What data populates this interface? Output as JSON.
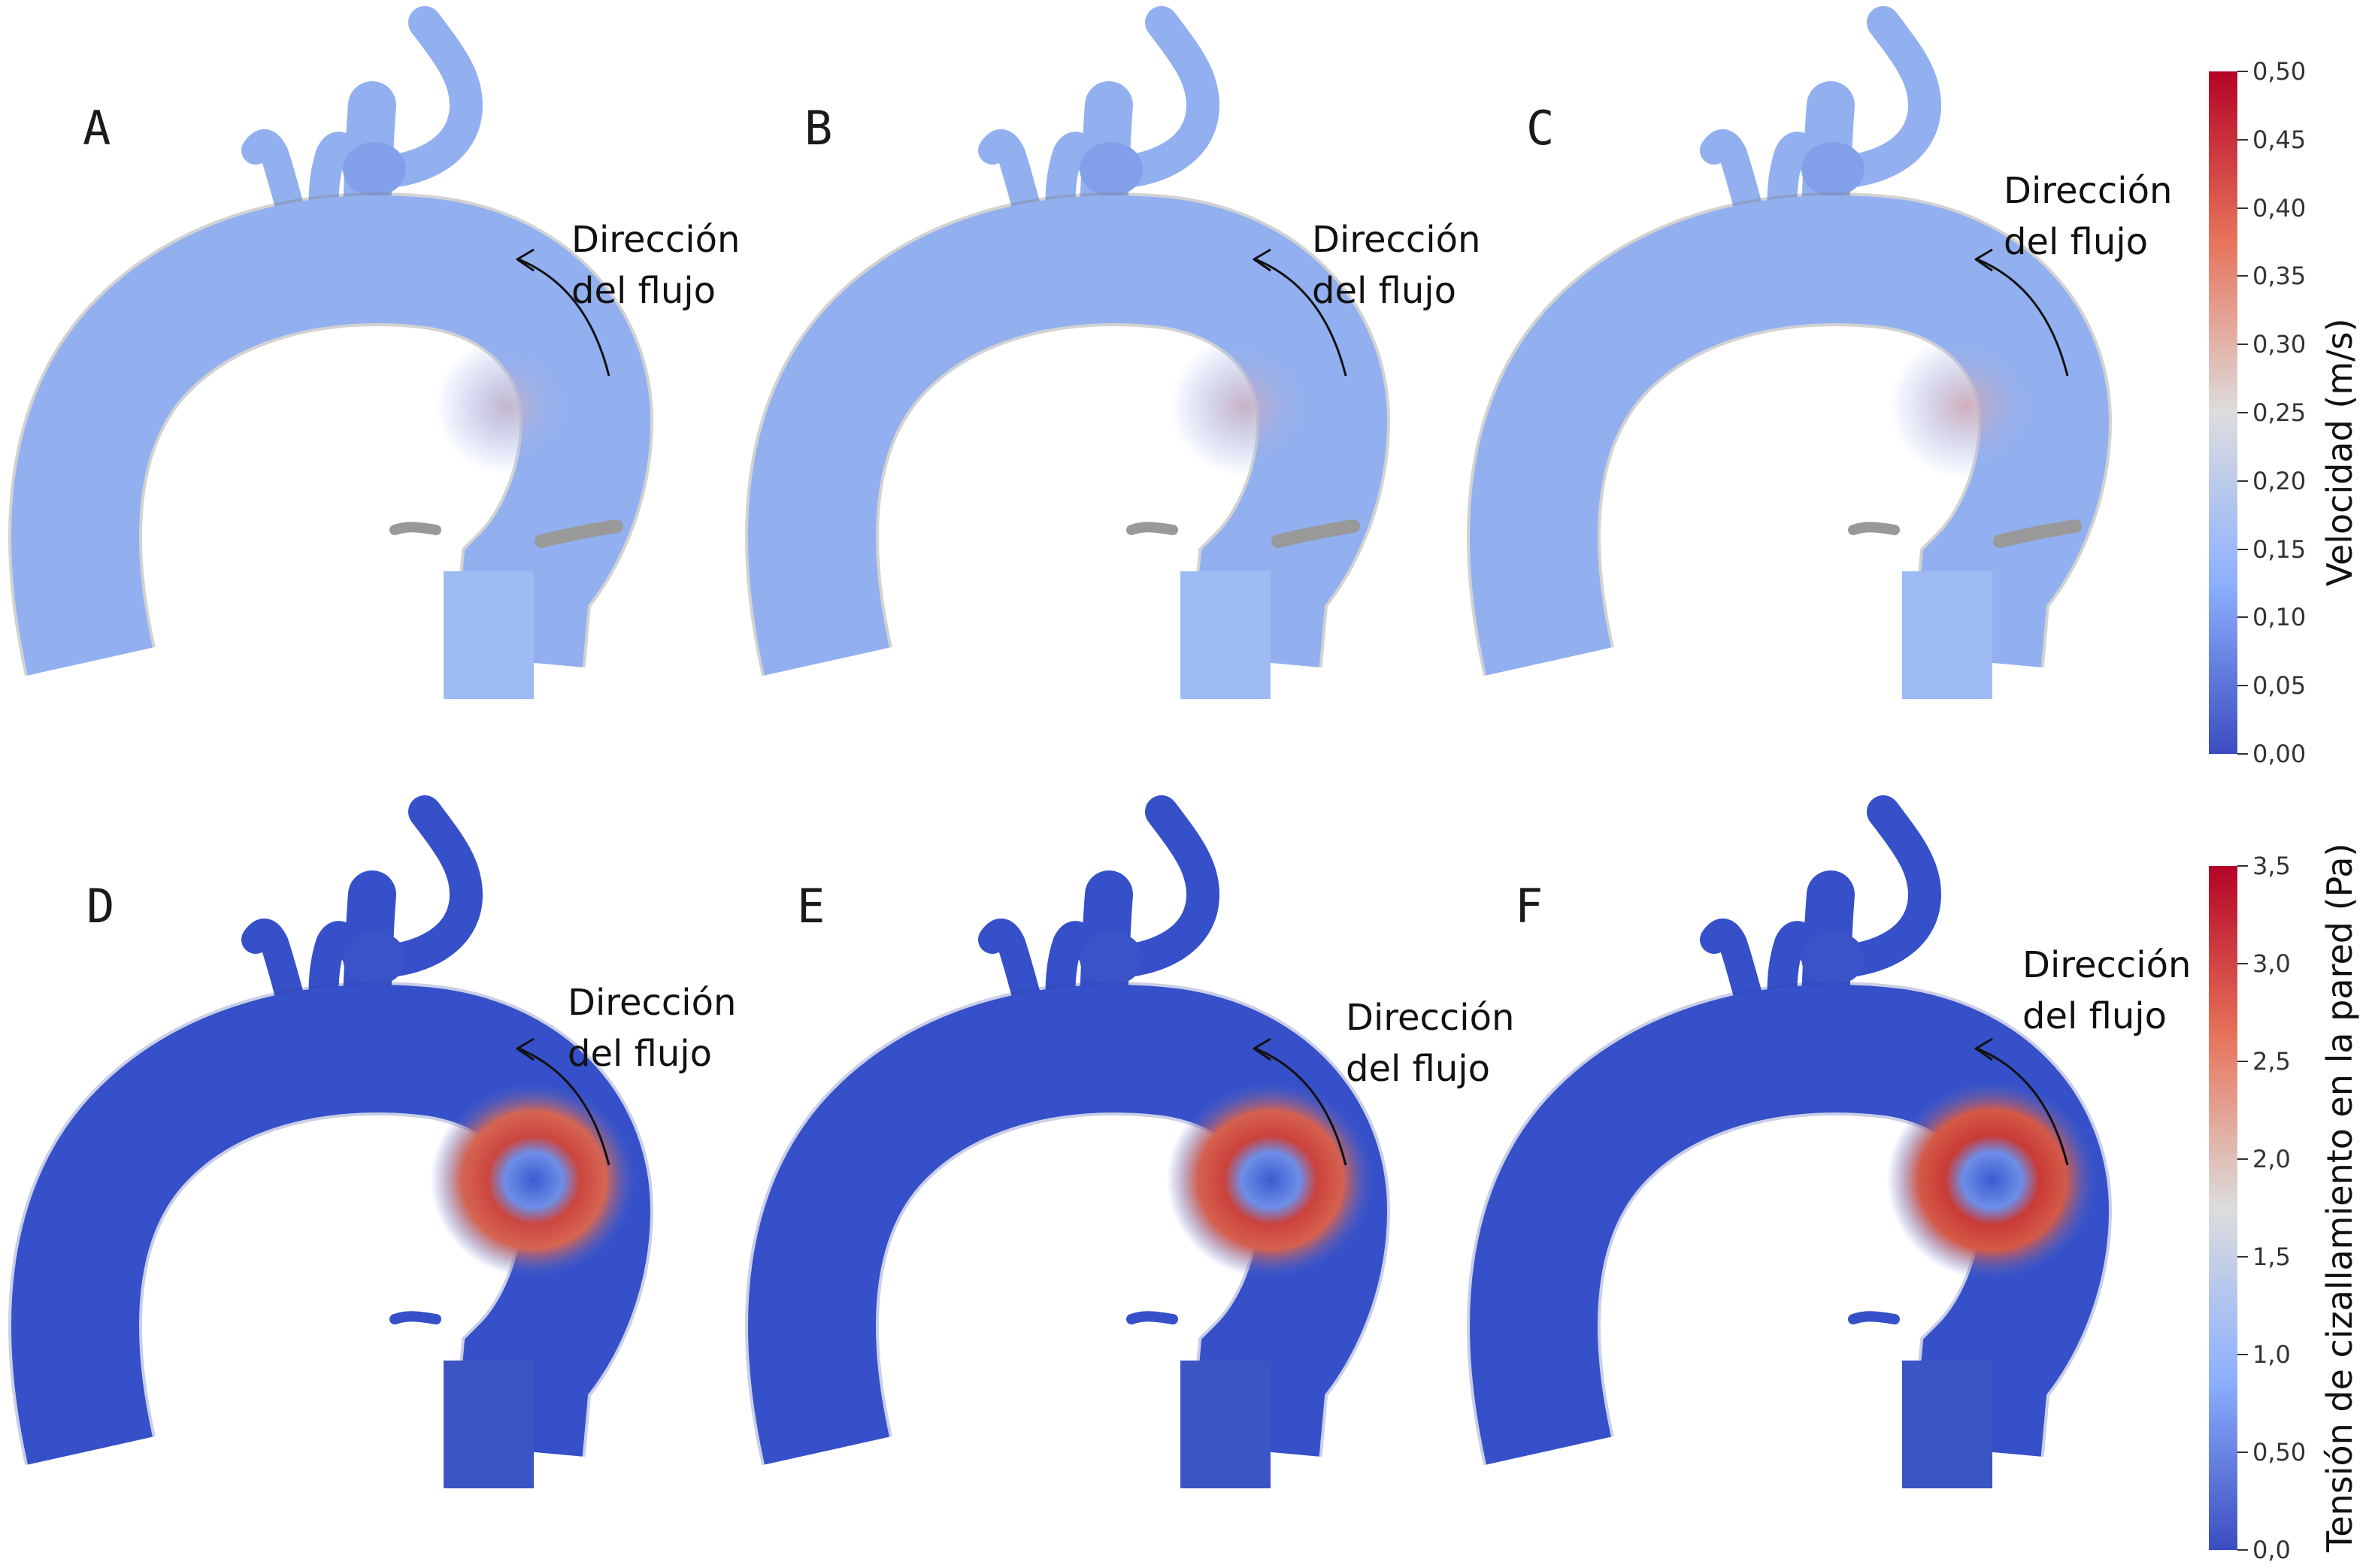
{
  "panels": [
    {
      "letter": "A",
      "row": "velocity",
      "flow_text": [
        "Dirección",
        "del flujo"
      ],
      "hot": 0.35
    },
    {
      "letter": "B",
      "row": "velocity",
      "flow_text": [
        "Dirección",
        "del flujo"
      ],
      "hot": 0.45
    },
    {
      "letter": "C",
      "row": "velocity",
      "flow_text": [
        "Dirección",
        "del flujo"
      ],
      "hot": 0.55
    },
    {
      "letter": "D",
      "row": "wss",
      "flow_text": [
        "Dirección",
        "del flujo"
      ],
      "hot": 0.85
    },
    {
      "letter": "E",
      "row": "wss",
      "flow_text": [
        "Dirección",
        "del flujo"
      ],
      "hot": 0.9
    },
    {
      "letter": "F",
      "row": "wss",
      "flow_text": [
        "Dirección",
        "del flujo"
      ],
      "hot": 1.0
    }
  ],
  "colorbars": {
    "velocity": {
      "title": "Velocidad (m/s)",
      "ticks": [
        "0,50",
        "0,45",
        "0,40",
        "0,35",
        "0,30",
        "0,25",
        "0,20",
        "0,15",
        "0,10",
        "0,05",
        "0,00"
      ]
    },
    "wss": {
      "title": "Tensión de cizallamiento en la pared (Pa)",
      "ticks": [
        "3,5",
        "3,0",
        "2,5",
        "2,0",
        "1,5",
        "1,0",
        "0,50",
        "0,0"
      ]
    }
  },
  "colors": {
    "low": "#3b4cc0",
    "mid": "#dddddd",
    "high": "#b40426",
    "velocity_body": "#7fa3ee",
    "wss_body": "#3550c8",
    "mesh_edge": "#6a6a6a"
  }
}
